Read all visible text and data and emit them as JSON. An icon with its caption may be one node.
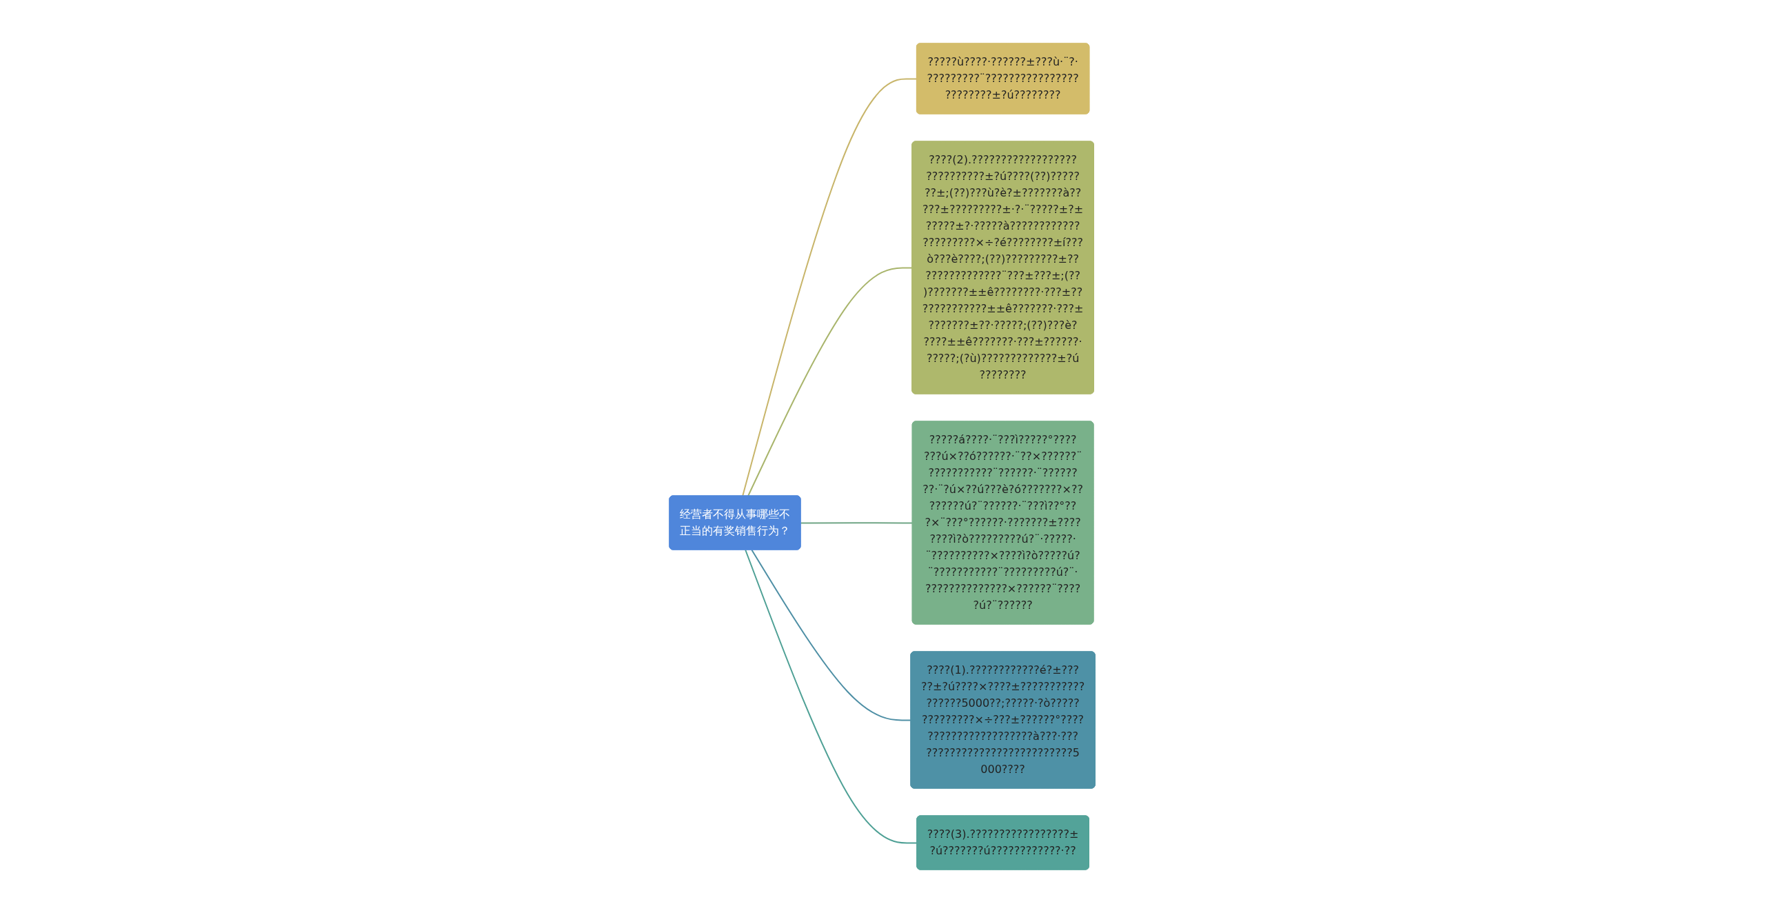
{
  "diagram": {
    "nodes": [
      {
        "text": [
          "经营者不得从事哪些不正当的有奖销售行为？"
        ]
      },
      {
        "text": [
          "?????ù????·??????±???ù·¨?·?????????¨????????????????????????±?ú????????"
        ]
      },
      {
        "text": [
          "????(2).????????????????????????????±?ú????(??)???????±;(??)???ù?è?±???????à?????±?????????±·?·¨?????±?±?????±?·?????à?????????????????????×÷?é????????±í???ò???è????;(??)?????????±???????????????¨???±???±;(??)???????±±ê????????·???±?????????????±±ê???????·???±???????±??·?????;(??)???è?????±±ê???????·???±??????·?????;(?ù)?????????????±?ú????????"
        ]
      },
      {
        "text": [
          "?????á????·¨???ì?????°???????ú×??ó??????·¨??×??????¨???????????¨??????·¨????????·¨?ú×??ú???è?ó???????×????????ú?¨??????·¨???ì??°???×¨???°??????·???????±????????ì?ò?????????ú?¨·?????·¨??????????×????ì?ò?????ú?¨???????????¨?????????ú?¨·??????????????×??????¨?????ú?¨??????"
        ]
      },
      {
        "text": [
          "????(1).????????????é?±?????±?ú????×????±?????????????????5000??;?????·?ò??????????????×÷???±??????°??????????????????????à???·????????????????????????????5000????"
        ]
      },
      {
        "text": [
          "????(3).?????????????????±?ú???????ú????????????·??"
        ]
      }
    ],
    "edges": [
      {
        "from": 0,
        "to": 1,
        "arrow": "none",
        "color": "#c8b56a"
      },
      {
        "from": 0,
        "to": 2,
        "arrow": "none",
        "color": "#a9b56c"
      },
      {
        "from": 0,
        "to": 3,
        "arrow": "none",
        "color": "#6fa585"
      },
      {
        "from": 0,
        "to": 4,
        "arrow": "none",
        "color": "#4e8fa5"
      },
      {
        "from": 0,
        "to": 5,
        "arrow": "none",
        "color": "#4ea095"
      }
    ]
  }
}
